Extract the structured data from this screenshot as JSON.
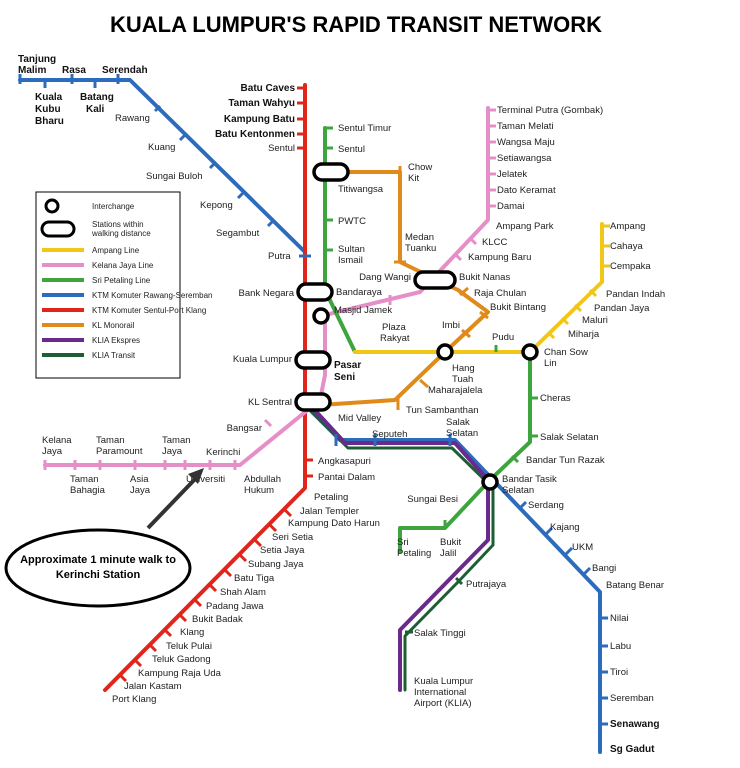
{
  "title": "KUALA LUMPUR'S RAPID TRANSIT NETWORK",
  "colors": {
    "ampang": "#f2c617",
    "kelana_jaya": "#e58ec8",
    "sri_petaling": "#3ea53e",
    "ktm_rawang": "#2d6bbd",
    "ktm_sentul": "#e0251b",
    "kl_monorail": "#e08a1a",
    "klia_ekspres": "#6a2a8c",
    "klia_transit": "#1d5e35"
  },
  "legend": {
    "interchange": "Interchange",
    "walking": "Stations within walking distance",
    "lines": [
      {
        "label": "Ampang Line",
        "color": "#f2c617"
      },
      {
        "label": "Kelana Jaya Line",
        "color": "#e58ec8"
      },
      {
        "label": "Sri Petaling Line",
        "color": "#3ea53e"
      },
      {
        "label": "KTM Komuter Rawang-Seremban",
        "color": "#2d6bbd"
      },
      {
        "label": "KTM Komuter Sentul-Port Klang",
        "color": "#e0251b"
      },
      {
        "label": "KL Monorail",
        "color": "#e08a1a"
      },
      {
        "label": "KLIA Ekspres",
        "color": "#6a2a8c"
      },
      {
        "label": "KLIA Transit",
        "color": "#1d5e35"
      }
    ]
  },
  "callout": "Approximate 1 minute walk to Kerinchi Station",
  "stations": {
    "tanjung_malim": "Tanjung Malim",
    "rasa": "Rasa",
    "serendah": "Serendah",
    "kuala_kubu_bharu": "Kuala Kubu Bharu",
    "batang_kali": "Batang Kali",
    "rawang": "Rawang",
    "kuang": "Kuang",
    "sungai_buloh": "Sungai Buloh",
    "kepong": "Kepong",
    "segambut": "Segambut",
    "putra": "Putra",
    "batu_caves": "Batu Caves",
    "taman_wahyu": "Taman Wahyu",
    "kampung_batu": "Kampung Batu",
    "batu_kentonmen": "Batu Kentonmen",
    "sentul": "Sentul",
    "sentul_timur": "Sentul Timur",
    "sentul_sp": "Sentul",
    "titiwangsa": "Titiwangsa",
    "chow_kit": "Chow Kit",
    "pwtc": "PWTC",
    "sultan_ismail": "Sultan Ismail",
    "medan_tuanku": "Medan Tuanku",
    "bandaraya": "Bandaraya",
    "bank_negara": "Bank Negara",
    "masjid_jamek": "Masjid Jamek",
    "dang_wangi": "Dang Wangi",
    "bukit_nanas": "Bukit Nanas",
    "raja_chulan": "Raja Chulan",
    "bukit_bintang": "Bukit Bintang",
    "plaza_rakyat": "Plaza Rakyat",
    "imbi": "Imbi",
    "pudu": "Pudu",
    "hang_tuah": "Hang Tuah",
    "chan_sow_lin": "Chan Sow Lin",
    "maharajalela": "Maharajalela",
    "kuala_lumpur": "Kuala Lumpur",
    "pasar_seni": "Pasar Seni",
    "kl_sentral": "KL Sentral",
    "tun_sambanthan": "Tun Sambanthan",
    "mid_valley": "Mid Valley",
    "seputeh": "Seputeh",
    "salak_selatan_ktm": "Salak Selatan",
    "terminal_putra": "Terminal Putra (Gombak)",
    "taman_melati": "Taman Melati",
    "wangsa_maju": "Wangsa Maju",
    "setiawangsa": "Setiawangsa",
    "jelatek": "Jelatek",
    "dato_keramat": "Dato Keramat",
    "damai": "Damai",
    "ampang_park": "Ampang Park",
    "klcc": "KLCC",
    "kampung_baru": "Kampung Baru",
    "ampang": "Ampang",
    "cahaya": "Cahaya",
    "cempaka": "Cempaka",
    "pandan_indah": "Pandan Indah",
    "pandan_jaya": "Pandan Jaya",
    "maluri": "Maluri",
    "miharja": "Miharja",
    "cheras": "Cheras",
    "salak_selatan_sp": "Salak Selatan",
    "bandar_tun_razak": "Bandar Tun Razak",
    "bandar_tasik_selatan": "Bandar Tasik Selatan",
    "sungai_besi": "Sungai Besi",
    "sri_petaling": "Sri Petaling",
    "bukit_jalil": "Bukit Jalil",
    "serdang": "Serdang",
    "kajang": "Kajang",
    "ukm": "UKM",
    "bangi": "Bangi",
    "batang_benar": "Batang Benar",
    "nilai": "Nilai",
    "labu": "Labu",
    "tiroi": "Tiroi",
    "seremban": "Seremban",
    "senawang": "Senawang",
    "sg_gadut": "Sg Gadut",
    "putrajaya": "Putrajaya",
    "salak_tinggi": "Salak Tinggi",
    "klia": "Kuala Lumpur International Airport (KLIA)",
    "bangsar": "Bangsar",
    "abdullah_hukum": "Abdullah Hukum",
    "kerinchi": "Kerinchi",
    "universiti": "Universiti",
    "kelana_jaya": "Kelana Jaya",
    "taman_paramount": "Taman Paramount",
    "taman_jaya": "Taman Jaya",
    "taman_bahagia": "Taman Bahagia",
    "asia_jaya": "Asia Jaya",
    "angkasapuri": "Angkasapuri",
    "pantai_dalam": "Pantai Dalam",
    "petaling": "Petaling",
    "jalan_templer": "Jalan Templer",
    "kampung_dato_harun": "Kampung Dato Harun",
    "seri_setia": "Seri Setia",
    "setia_jaya": "Setia Jaya",
    "subang_jaya": "Subang Jaya",
    "batu_tiga": "Batu Tiga",
    "shah_alam": "Shah Alam",
    "padang_jawa": "Padang Jawa",
    "bukit_badak": "Bukit Badak",
    "klang": "Klang",
    "teluk_pulai": "Teluk Pulai",
    "teluk_gadong": "Teluk Gadong",
    "kampung_raja_uda": "Kampung Raja Uda",
    "jalan_kastam": "Jalan Kastam",
    "port_klang": "Port Klang"
  }
}
